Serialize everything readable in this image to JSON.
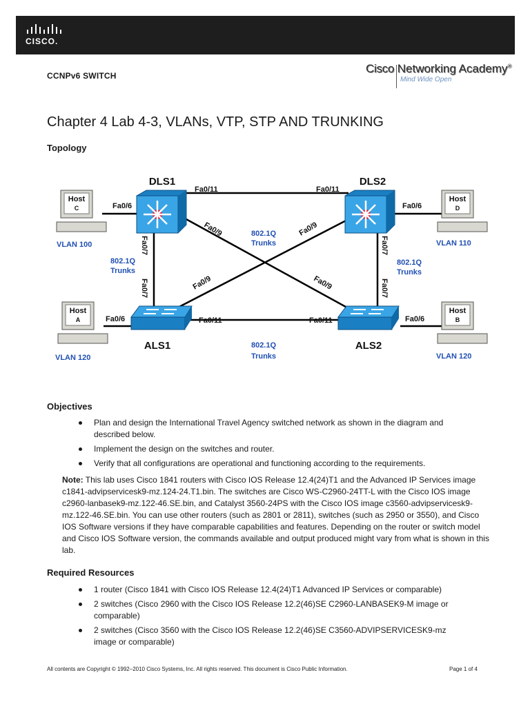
{
  "header": {
    "brand": "CISCO.",
    "course": "CCNPv6 SWITCH",
    "academy_name": "Cisco Networking Academy",
    "academy_cisco": "Cisco",
    "academy_rest": "Networking Academy",
    "academy_tagline": "Mind Wide Open"
  },
  "title": "Chapter 4 Lab 4-3, VLANs, VTP, STP AND TRUNKING",
  "sections": {
    "topology": "Topology",
    "objectives": "Objectives",
    "resources": "Required Resources"
  },
  "topology": {
    "devices": {
      "dls1": "DLS1",
      "dls2": "DLS2",
      "als1": "ALS1",
      "als2": "ALS2"
    },
    "hosts": {
      "c": {
        "line1": "Host",
        "line2": "C",
        "vlan": "VLAN 100"
      },
      "d": {
        "line1": "Host",
        "line2": "D",
        "vlan": "VLAN 110"
      },
      "a": {
        "line1": "Host",
        "line2": "A",
        "vlan": "VLAN 120"
      },
      "b": {
        "line1": "Host",
        "line2": "B",
        "vlan": "VLAN 120"
      }
    },
    "ports": {
      "fa0_6": "Fa0/6",
      "fa0_7": "Fa0/7",
      "fa0_9": "Fa0/9",
      "fa0_11": "Fa0/11"
    },
    "trunk": {
      "line1": "802.1Q",
      "line2": "Trunks"
    }
  },
  "objectives": [
    "Plan and design the International Travel Agency switched network as shown in the diagram and described below.",
    "Implement the design on the switches and router.",
    "Verify that all configurations are operational and functioning according to the requirements."
  ],
  "note": {
    "label": "Note:",
    "text": " This lab uses Cisco 1841 routers with Cisco IOS Release 12.4(24)T1 and the Advanced IP Services image c1841-advipservicesk9-mz.124-24.T1.bin. The switches are Cisco WS-C2960-24TT-L with the Cisco IOS image c2960-lanbasek9-mz.122-46.SE.bin, and Catalyst 3560-24PS with the Cisco IOS image c3560-advipservicesk9-mz.122-46.SE.bin. You can use other routers (such as 2801 or 2811), switches (such as 2950 or 3550), and Cisco IOS Software versions if they have comparable capabilities and features. Depending on the router or switch model and Cisco IOS Software version, the commands available and output produced might vary from what is shown in this lab."
  },
  "resources": [
    "1 router (Cisco 1841 with Cisco IOS Release 12.4(24)T1 Advanced IP Services or comparable)",
    "2 switches (Cisco 2960 with the Cisco IOS Release 12.2(46)SE C2960-LANBASEK9-M image or comparable)",
    "2 switches (Cisco 3560 with the Cisco IOS Release 12.2(46)SE C3560-ADVIPSERVICESK9-mz image or comparable)"
  ],
  "footer": {
    "copyright": "All contents are Copyright © 1992–2010 Cisco Systems, Inc. All rights reserved. This document is Cisco Public Information.",
    "page": "Page 1 of 4"
  }
}
